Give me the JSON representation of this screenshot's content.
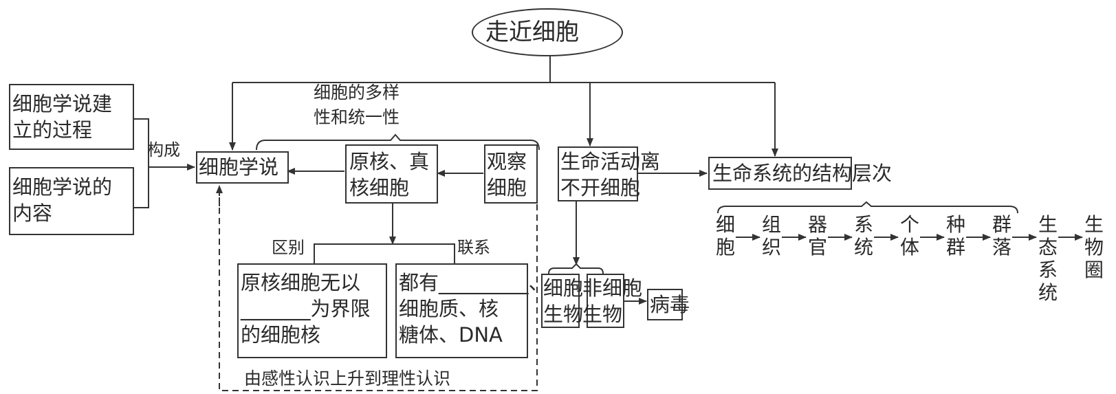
{
  "root": {
    "label": "走近细胞"
  },
  "left_inputs": [
    {
      "label": "细胞学说建\n立的过程"
    },
    {
      "label": "细胞学说的\n内容"
    }
  ],
  "compose_label": "构成",
  "cell_theory": {
    "label": "细胞学说"
  },
  "diversity_label": "细胞的多样\n性和统一性",
  "prok_euk": {
    "label": "原核、真\n核细胞"
  },
  "observe": {
    "label": "观察\n细胞"
  },
  "difference_label": "区别",
  "connection_label": "联系",
  "difference_box": {
    "line1": "原核细胞无以",
    "blank": "_______",
    "line2_rest": "为界限",
    "line3": "的细胞核"
  },
  "connection_box": {
    "line1_prefix": "都有",
    "blank": "_________",
    "line1_suffix": "、",
    "line2": "细胞质、核",
    "line3": "糖体、DNA"
  },
  "sensory_to_rational": "由感性认识上升到理性认识",
  "life_activity": {
    "label": "生命活动离\n不开细胞"
  },
  "cellular_org": {
    "label": "细胞\n生物"
  },
  "noncellular_org": {
    "label": "非细胞\n生物"
  },
  "virus": {
    "label": "病毒"
  },
  "structure_levels": {
    "label": "生命系统的结构层次"
  },
  "levels": [
    "细胞",
    "组织",
    "器官",
    "系统",
    "个体",
    "种群",
    "群落",
    "生态系统",
    "生物圈"
  ]
}
